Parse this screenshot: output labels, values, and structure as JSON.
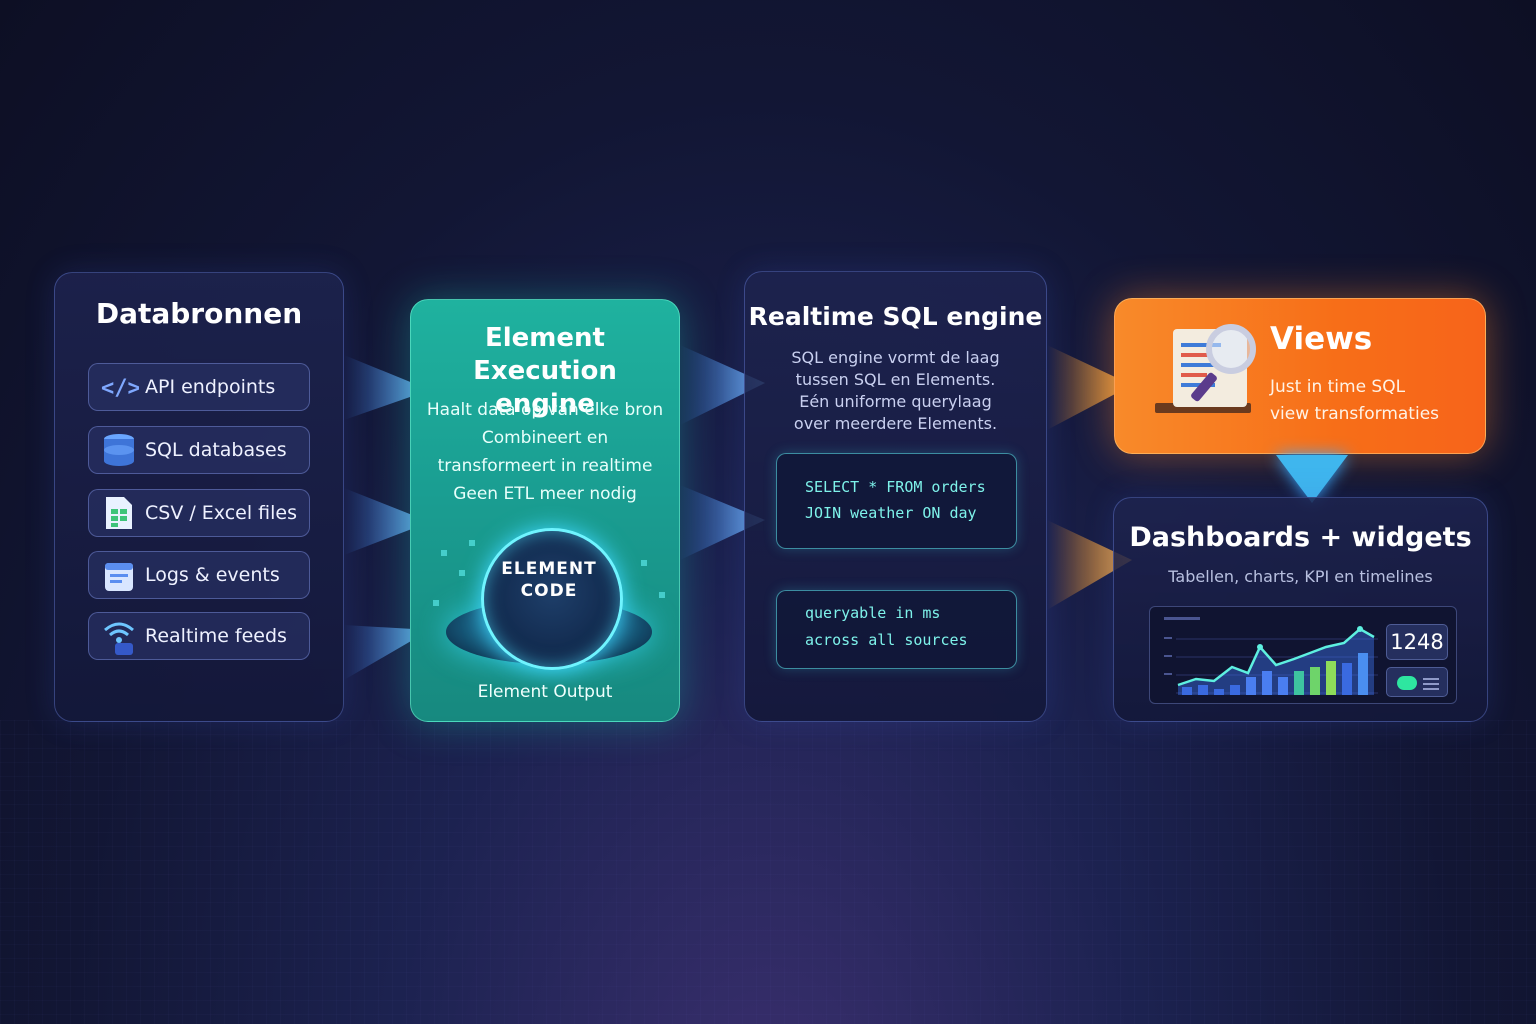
{
  "sources": {
    "title": "Databronnen",
    "items": [
      {
        "label": "API endpoints",
        "icon": "code-icon"
      },
      {
        "label": "SQL databases",
        "icon": "database-icon"
      },
      {
        "label": "CSV / Excel files",
        "icon": "spreadsheet-icon"
      },
      {
        "label": "Logs & events",
        "icon": "log-icon"
      },
      {
        "label": "Realtime feeds",
        "icon": "wifi-icon"
      }
    ]
  },
  "engine": {
    "title_line1": "Element Execution",
    "title_line2": "engine",
    "lines": [
      "Haalt data op van elke bron",
      "Combineert en",
      "transformeert in realtime",
      "Geen ETL meer nodig"
    ],
    "core_line1": "ELEMENT",
    "core_line2": "CODE",
    "output": "Element Output"
  },
  "sql": {
    "title": "Realtime SQL engine",
    "desc": [
      "SQL engine vormt de laag",
      "tussen SQL en Elements.",
      "Eén uniforme querylaag",
      "over meerdere Elements."
    ],
    "code1": [
      "SELECT * FROM orders",
      "JOIN weather ON day"
    ],
    "code2": [
      "queryable in ms",
      "across all sources"
    ]
  },
  "views": {
    "title": "Views",
    "sub1": "Just in time SQL",
    "sub2": "view transformaties",
    "icon": "document-search-icon"
  },
  "dashboards": {
    "title": "Dashboards + widgets",
    "sub": "Tabellen, charts, KPI en timelines",
    "kpi": "1248"
  },
  "colors": {
    "engine": "#1fb29f",
    "views": "#f7741f",
    "accent_cyan": "#6ff4ff",
    "arrow_blue": "#3f8cff",
    "arrow_orange": "#ff9a2e"
  }
}
